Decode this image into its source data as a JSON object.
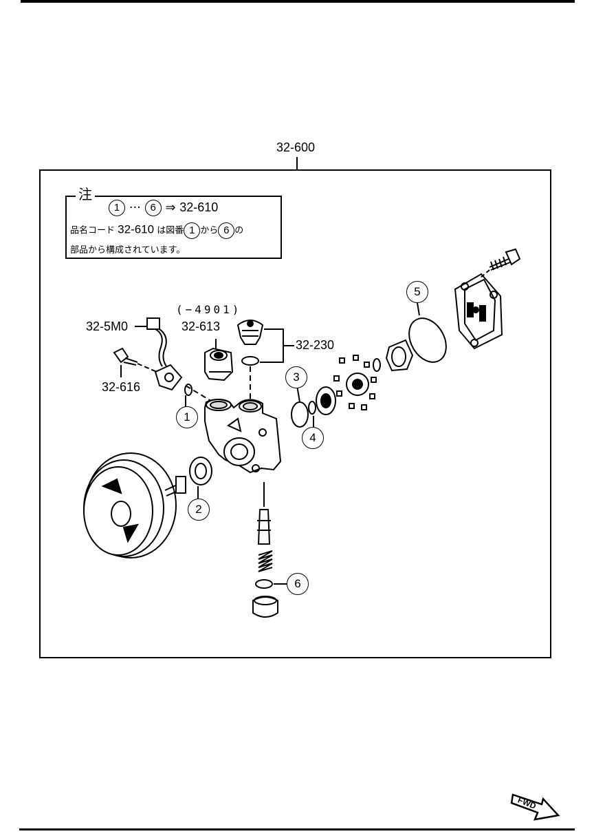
{
  "assembly_label": "32-600",
  "note": {
    "title": "注",
    "range_from": "1",
    "range_dots": "···",
    "range_to": "6",
    "range_arrow": "⇒",
    "range_part": "32-610",
    "line2_prefix": "品名コード",
    "line2_part": "32-610",
    "line2_mid": "は図番",
    "line2_from": "1",
    "line2_kara": "から",
    "line2_to": "6",
    "line2_suffix": "の",
    "line3": "部品から構成されています。"
  },
  "labels": {
    "sensor": "32-5M0",
    "bolt": "32-616",
    "fitting_serial": "(−4901)",
    "fitting": "32-613",
    "valve": "32-230"
  },
  "callouts": [
    "1",
    "2",
    "3",
    "4",
    "5",
    "6"
  ],
  "fwd_label": "FWD"
}
